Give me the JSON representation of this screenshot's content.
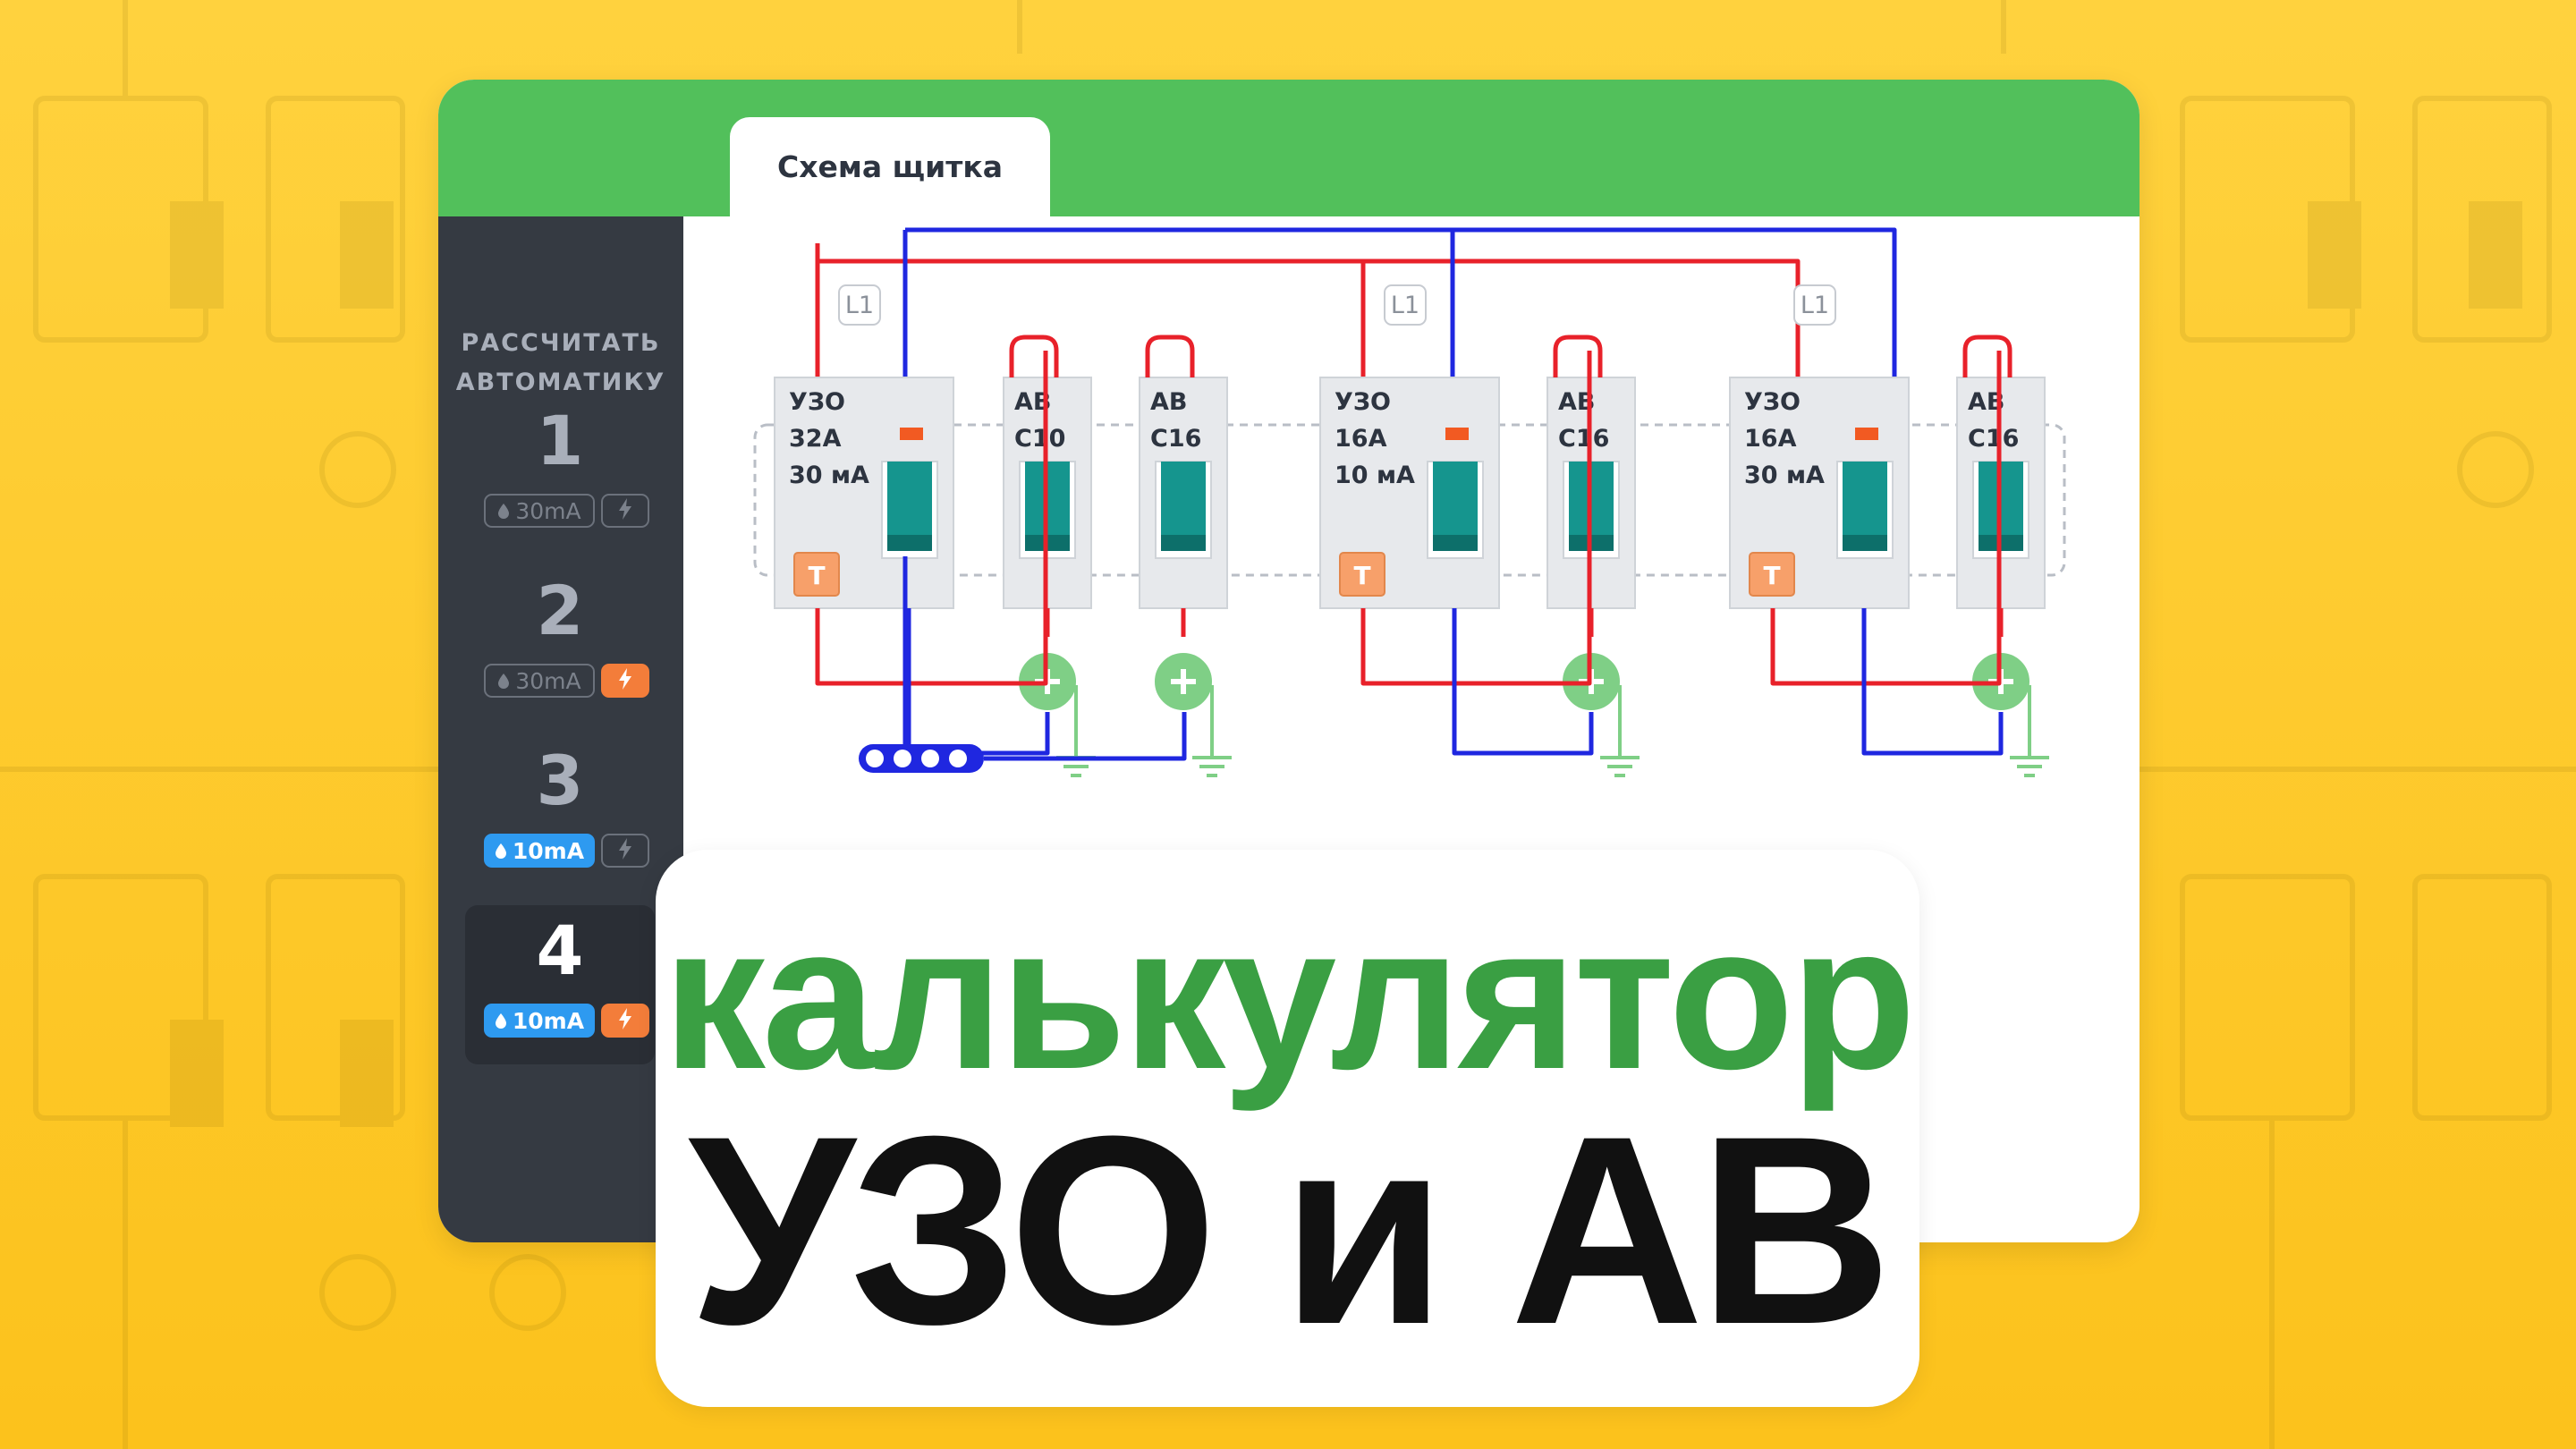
{
  "tab": {
    "label": "Схема щитка"
  },
  "sidebar": {
    "title_line1": "РАССЧИТАТЬ",
    "title_line2": "АВТОМАТИКУ",
    "variants": [
      {
        "number": "1",
        "ma": "30mA",
        "ma_on": false,
        "bolt_on": false,
        "active": false
      },
      {
        "number": "2",
        "ma": "30mA",
        "ma_on": false,
        "bolt_on": true,
        "active": false
      },
      {
        "number": "3",
        "ma": "10mA",
        "ma_on": true,
        "bolt_on": false,
        "active": false
      },
      {
        "number": "4",
        "ma": "10mA",
        "ma_on": true,
        "bolt_on": true,
        "active": true
      }
    ]
  },
  "scheme": {
    "groups": [
      {
        "phase": "L1",
        "rcd": {
          "line1": "УЗО",
          "line2": "32А",
          "line3": "30 мА",
          "test": "Т"
        },
        "breakers": [
          {
            "line1": "АВ",
            "line2": "С10"
          },
          {
            "line1": "АВ",
            "line2": "С16"
          }
        ]
      },
      {
        "phase": "L1",
        "rcd": {
          "line1": "УЗО",
          "line2": "16А",
          "line3": "10 мА",
          "test": "Т"
        },
        "breakers": [
          {
            "line1": "АВ",
            "line2": "С16"
          }
        ]
      },
      {
        "phase": "L1",
        "rcd": {
          "line1": "УЗО",
          "line2": "16А",
          "line3": "30 мА",
          "test": "Т"
        },
        "breakers": [
          {
            "line1": "АВ",
            "line2": "С16"
          }
        ]
      }
    ]
  },
  "hero": {
    "line1": "калькулятор",
    "line2": "УЗО и АВ"
  },
  "colors": {
    "background": "#fcc21c",
    "header": "#52c05b",
    "sidebar": "#353a42",
    "phase_wire": "#e8212a",
    "neutral_wire": "#1f27e0",
    "ground_wire": "#7fcf86",
    "breaker_handle": "#15958e",
    "test_button": "#f7a06a",
    "hero_green": "#3a9f43",
    "badge_blue": "#2e9af0",
    "badge_orange": "#f37d3a"
  }
}
